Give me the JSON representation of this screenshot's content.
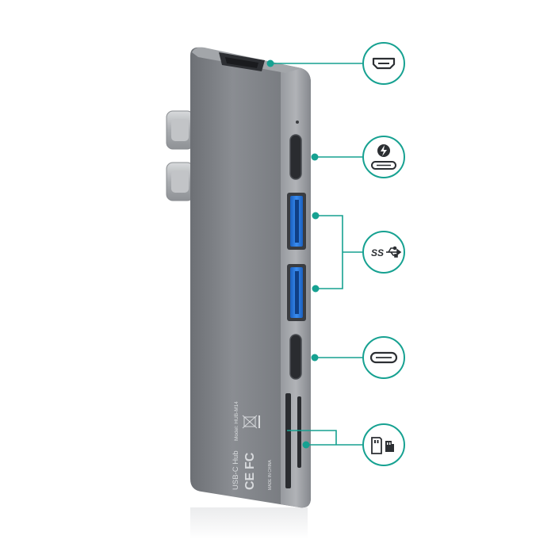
{
  "product": {
    "name_label": "USB-C Hub",
    "model_label": "Model: HUB-M14",
    "cert_ce": "CE",
    "cert_fc": "FC",
    "origin_label": "MADE IN CHINA"
  },
  "port_callouts": [
    {
      "icon": "hdmi-icon"
    },
    {
      "icon": "thunderbolt-usb-c-icon"
    },
    {
      "icon": "superspeed-usb-icon",
      "text": "SS"
    },
    {
      "icon": "usb-c-icon"
    },
    {
      "icon": "sd-microsd-card-icon"
    }
  ],
  "colors": {
    "accent": "#16a191",
    "hub_body": "#7c7f84",
    "usb_blue": "#1f6fd1",
    "background": "#ffffff"
  }
}
